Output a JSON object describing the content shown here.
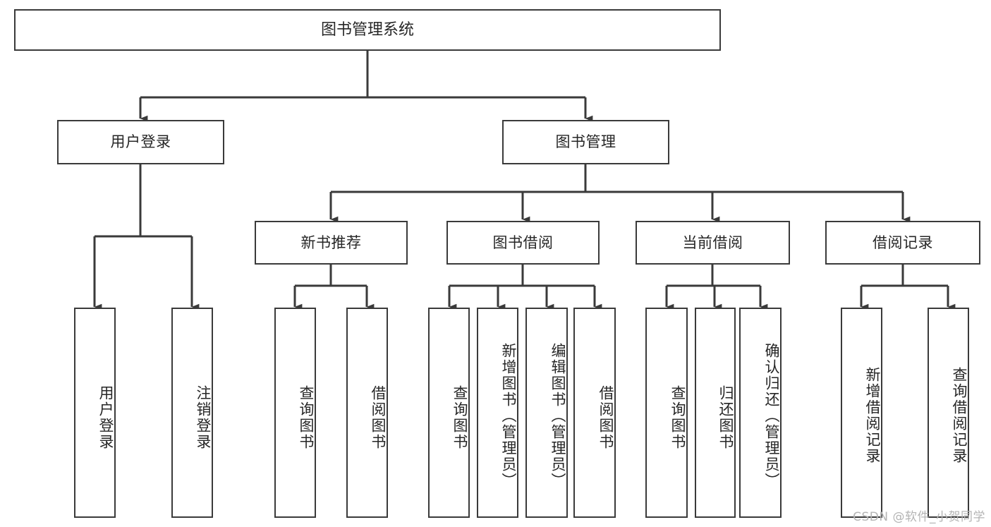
{
  "diagram": {
    "title": "图书管理系统",
    "root": {
      "id": "root",
      "label": "图书管理系统"
    },
    "level1": [
      {
        "id": "user-login",
        "label": "用户登录"
      },
      {
        "id": "book-management",
        "label": "图书管理"
      }
    ],
    "level2": [
      {
        "id": "new-book-recommend",
        "label": "新书推荐"
      },
      {
        "id": "book-borrow",
        "label": "图书借阅"
      },
      {
        "id": "current-borrow",
        "label": "当前借阅"
      },
      {
        "id": "borrow-record",
        "label": "借阅记录"
      }
    ],
    "leaves": {
      "user_login": [
        {
          "id": "leaf-user-login",
          "label": "用户登录"
        },
        {
          "id": "leaf-logout-login",
          "label": "注销登录"
        }
      ],
      "new_book_recommend": [
        {
          "id": "leaf-query-book-1",
          "label": "查询图书"
        },
        {
          "id": "leaf-borrow-book-1",
          "label": "借阅图书"
        }
      ],
      "book_borrow": [
        {
          "id": "leaf-query-book-2",
          "label": "查询图书"
        },
        {
          "id": "leaf-add-book",
          "label": "新增图书（管理员）"
        },
        {
          "id": "leaf-edit-book",
          "label": "编辑图书（管理员）"
        },
        {
          "id": "leaf-borrow-book-2",
          "label": "借阅图书"
        }
      ],
      "current_borrow": [
        {
          "id": "leaf-query-book-3",
          "label": "查询图书"
        },
        {
          "id": "leaf-return-book",
          "label": "归还图书"
        },
        {
          "id": "leaf-confirm-return",
          "label": "确认归还（管理员）"
        }
      ],
      "borrow_record": [
        {
          "id": "leaf-add-record",
          "label": "新增借阅记录"
        },
        {
          "id": "leaf-query-record",
          "label": "查询借阅记录"
        }
      ]
    },
    "watermark": "CSDN @软件_小贺同学",
    "colors": {
      "border": "#3a3a3a",
      "text": "#262626",
      "background": "#ffffff",
      "watermark": "#b4b4b4"
    }
  }
}
